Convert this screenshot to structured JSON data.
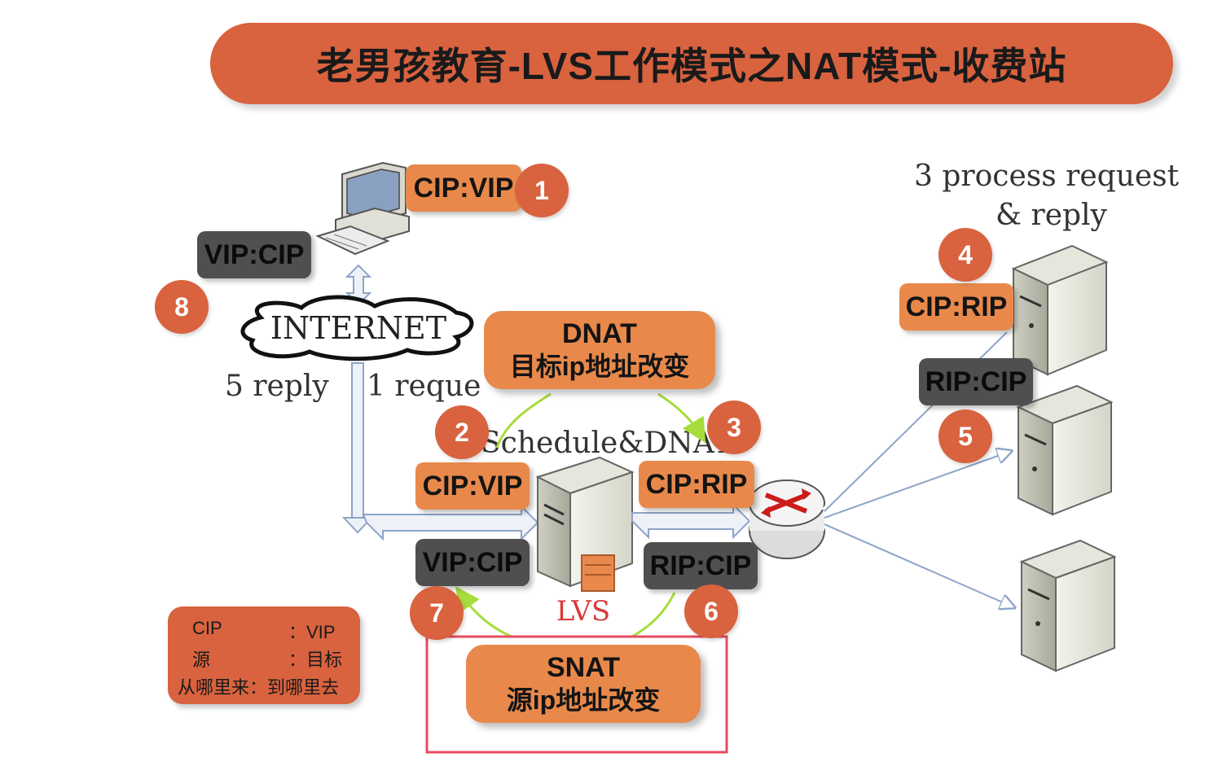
{
  "title": "老男孩教育-LVS工作模式之NAT模式-收费站",
  "texts": {
    "process_line1": "3 process request",
    "process_line2": "& reply",
    "internet": "INTERNET",
    "reply": "5 reply",
    "request": "1 reque",
    "schedule": "Schedule&DNAT",
    "lvs": "LVS"
  },
  "tags": {
    "client_out": "CIP:VIP",
    "client_in": "VIP:CIP",
    "lvs_in": "CIP:VIP",
    "lvs_back": "VIP:CIP",
    "lvs_out": "CIP:RIP",
    "lvs_reply": "RIP:CIP",
    "rs_in": "CIP:RIP",
    "rs_reply": "RIP:CIP"
  },
  "badges": {
    "b1": "1",
    "b2": "2",
    "b3": "3",
    "b4": "4",
    "b5": "5",
    "b6": "6",
    "b7": "7",
    "b8": "8"
  },
  "dnat": {
    "title": "DNAT",
    "desc": "目标ip地址改变"
  },
  "snat": {
    "title": "SNAT",
    "desc": "源ip地址改变"
  },
  "legend": {
    "r1_left": "CIP",
    "r1_right": "：VIP",
    "r2_left": "源",
    "r2_right": "：目标",
    "r3": "从哪里来：到哪里去"
  },
  "colors": {
    "accent_orange": "#e8894b",
    "accent_red": "#d9623f",
    "tag_gray": "#4f4f4f",
    "arrow_green": "#a6dc3c",
    "box_red": "#e84a5f"
  }
}
